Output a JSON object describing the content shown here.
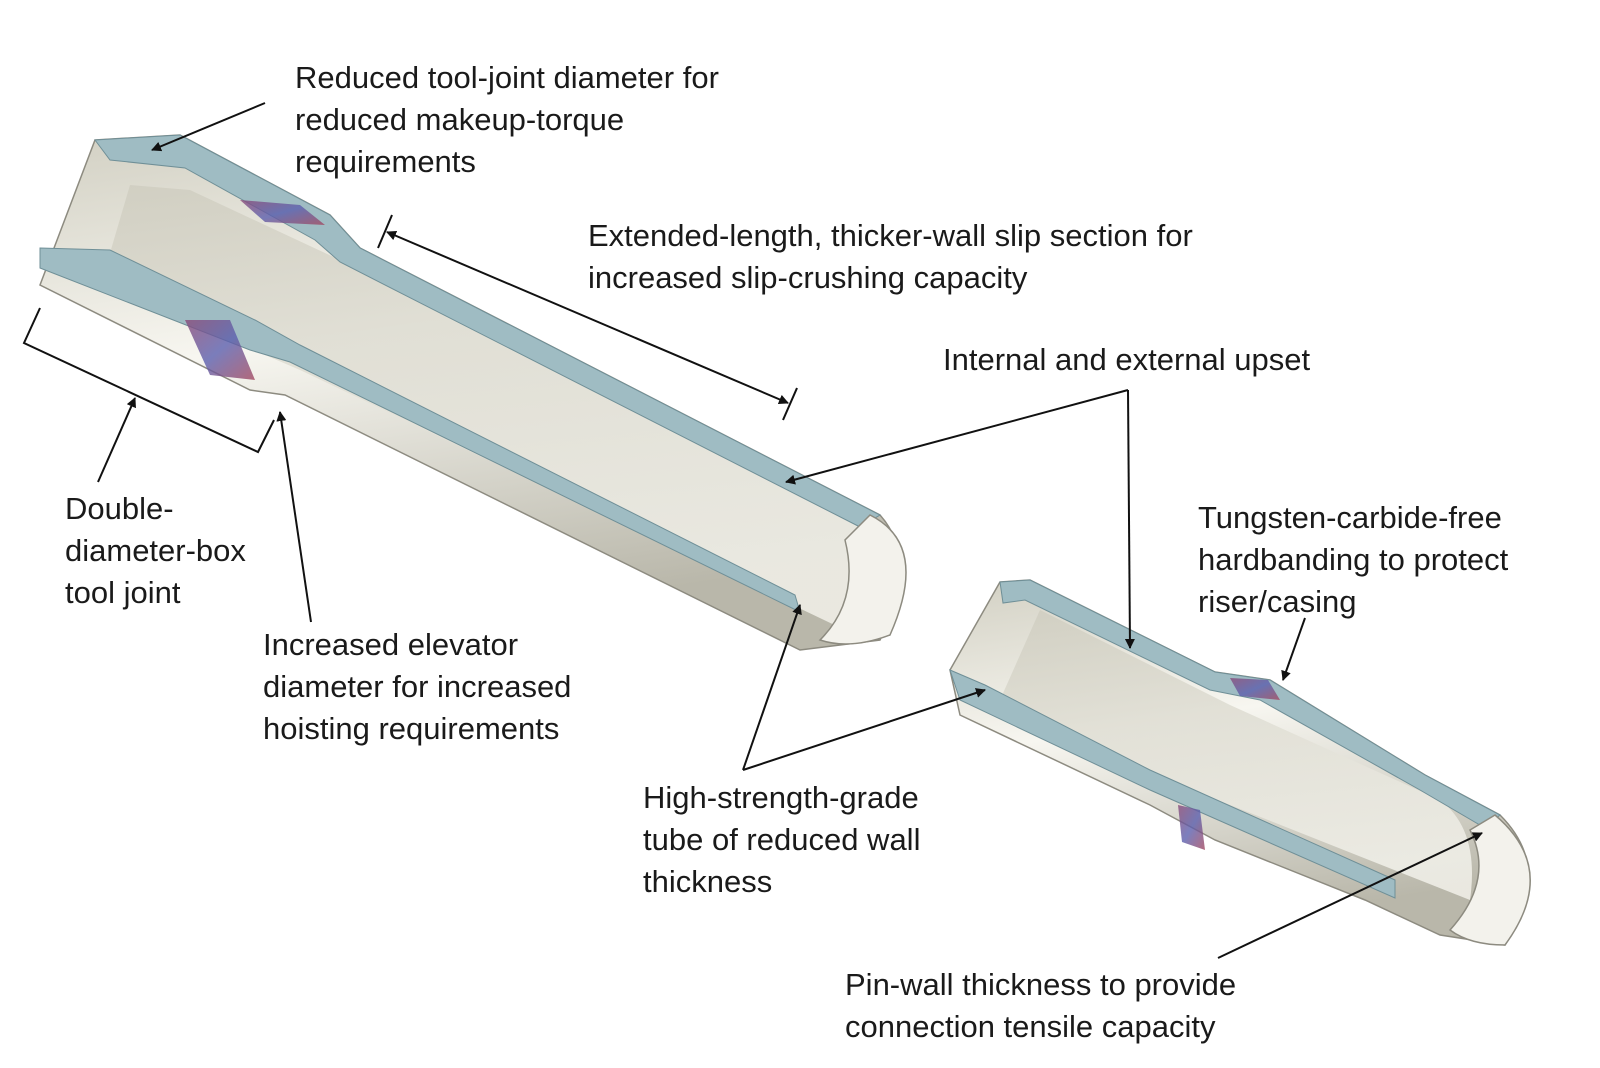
{
  "labels": {
    "tool_joint": [
      "Reduced tool-joint diameter for",
      "reduced makeup-torque",
      "requirements"
    ],
    "slip_section": [
      "Extended-length, thicker-wall slip section for",
      "increased slip-crushing capacity"
    ],
    "upset": [
      "Internal and external upset"
    ],
    "box_joint": [
      "Double-",
      "diameter-box",
      "tool joint"
    ],
    "elevator": [
      "Increased elevator",
      "diameter for increased",
      "hoisting requirements"
    ],
    "tube": [
      "High-strength-grade",
      "tube of reduced wall",
      "thickness"
    ],
    "hardbanding": [
      "Tungsten-carbide-free",
      "hardbanding to protect",
      "riser/casing"
    ],
    "pin_wall": [
      "Pin-wall thickness to provide",
      "connection tensile capacity"
    ]
  },
  "colors": {
    "pipe_body": "#e3e1d6",
    "pipe_highlight": "#f7f6f0",
    "pipe_shadow": "#b7b5a8",
    "wall_section": "#9fbcc3",
    "wall_edge": "#6f8f97",
    "hardbanding": "#6a5ea8"
  }
}
